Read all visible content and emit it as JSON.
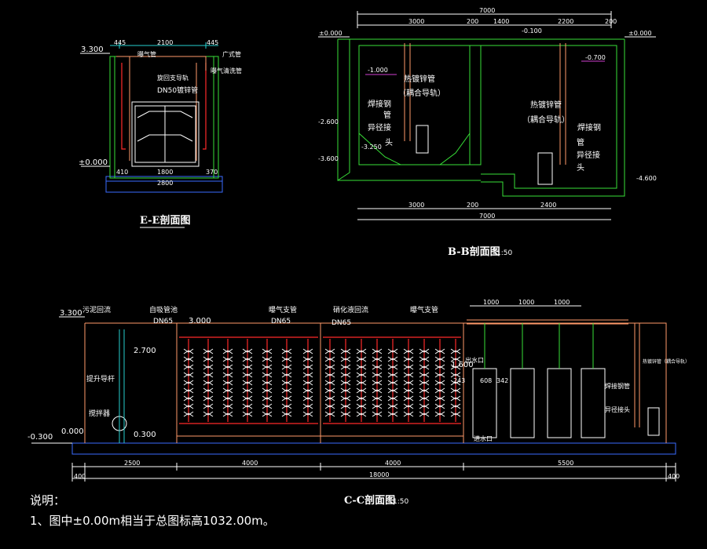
{
  "colors": {
    "background": "#000000",
    "wall": "#38e038",
    "pipe": "#ff9a6a",
    "water_pipe": "#ff2a2a",
    "base": "#3a6cff",
    "text": "#ffffff"
  },
  "ee": {
    "title": "E-E剖面图",
    "elev_top": "3.300",
    "elev_zero": "±0.000",
    "dim_top": [
      "445",
      "2100",
      "445"
    ],
    "dim_bottom_inner": [
      "410",
      "1800",
      "370"
    ],
    "dim_bottom_total": "2800",
    "labels": [
      "曝气管",
      "广式管",
      "旋回支导轨",
      "DN50镀锌管",
      "曝气清洗管"
    ]
  },
  "bb": {
    "title": "B-B剖面图",
    "scale": "1:50",
    "dim_top_total": "7000",
    "dim_top": [
      "3000",
      "200",
      "1400",
      "2200",
      "200"
    ],
    "dim_bottom": [
      "3000",
      "200",
      "2400"
    ],
    "dim_bottom_total": "7000",
    "elev_left_top": "±0.000",
    "elev_right_top": "±0.000",
    "elev_mid": "-0.100",
    "elev_left": [
      "-1.000",
      "-2.600",
      "-3.250",
      "-3.600"
    ],
    "elev_right": [
      "-0.700",
      "-4.600"
    ],
    "labels_left": [
      "热镀锌管",
      "（耦合导轨）",
      "焊接钢",
      "管",
      "异径接",
      "头"
    ],
    "labels_right": [
      "热镀锌管",
      "（耦合导轨）",
      "焊接钢",
      "管",
      "异径接",
      "头"
    ]
  },
  "cc": {
    "title": "C-C剖面图",
    "scale": "1:50",
    "elev_top": "3.300",
    "elev_water": "3.000",
    "elev_inner": "2.700",
    "elev_zero": "0.000",
    "elev_minus": "-0.300",
    "elev_pump": "0.300",
    "elev_right": "1.600",
    "labels": [
      "污泥回流",
      "自吸管池",
      "DN65",
      "曝气支管",
      "DN65",
      "硝化液回流",
      "DN65",
      "曝气支管",
      "提升导杆",
      "搅拌器",
      "出水口",
      "进水口",
      "焊接钢管",
      "异径接头",
      "热镀锌管（耦合导轨）"
    ],
    "top_dims": [
      "1000",
      "1000",
      "1000"
    ],
    "small_dims": [
      "243",
      "608",
      "342"
    ],
    "bottom_dims": [
      "400",
      "2500",
      "4000",
      "4000",
      "5500",
      "400"
    ],
    "bottom_total": "18000"
  },
  "notes": {
    "heading": "说明：",
    "line1": "1、图中±0.00m相当于总图标高1032.00m。"
  }
}
